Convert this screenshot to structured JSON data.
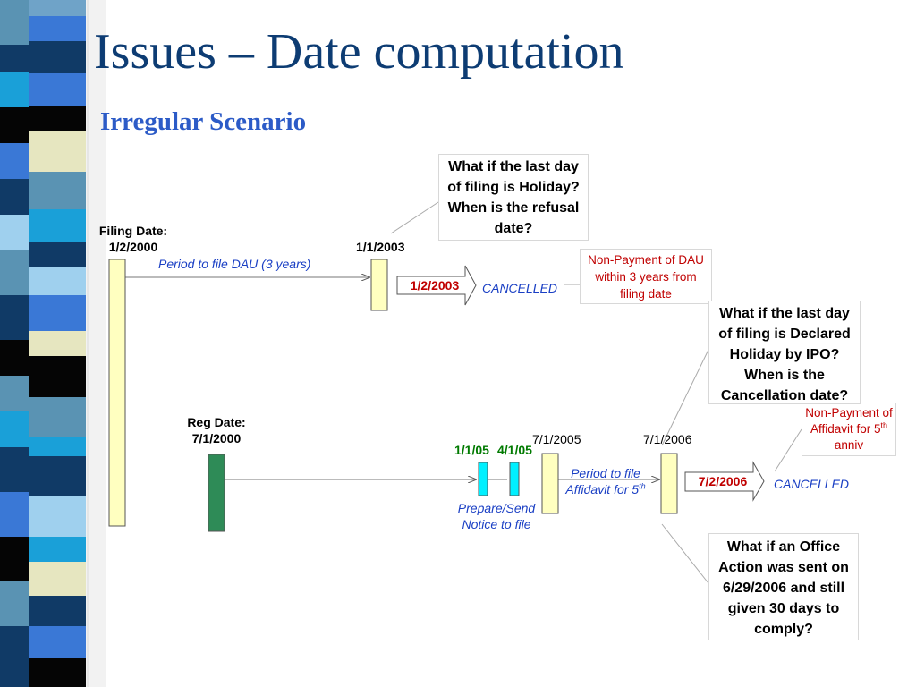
{
  "slide": {
    "title": "Issues – Date computation",
    "subtitle": "Irregular Scenario"
  },
  "colors": {
    "title": "#0d3c73",
    "subtitle": "#2c5bc7",
    "pale_yellow_bar": "#ffffc0",
    "green_bar": "#2e8b57",
    "cyan_bar": "#00f0ff",
    "date_red": "#c00000",
    "italic_blue": "#1a3fc4",
    "label_green": "#007a00"
  },
  "timeline1": {
    "filing_label": "Filing Date:",
    "filing_date": "1/2/2000",
    "period_label": "Period to file DAU (3 years)",
    "end_date": "1/1/2003",
    "arrow_date": "1/2/2003",
    "result": "CANCELLED",
    "note": "Non-Payment of DAU within 3 years from filing date",
    "question": "What if the last day of filing is Holiday? When is the refusal date?"
  },
  "timeline2": {
    "reg_label": "Reg Date:",
    "reg_date": "7/1/2000",
    "notice_date_1": "1/1/05",
    "notice_date_2": "4/1/05",
    "notice_label": "Prepare/Send Notice to file",
    "date_2005": "7/1/2005",
    "period_label": "Period to file Affidavit for 5",
    "period_sup": "th",
    "date_2006": "7/1/2006",
    "arrow_date": "7/2/2006",
    "result": "CANCELLED",
    "note_main": "Non-Payment of Affidavit for 5",
    "note_sup": "th",
    "note_tail": " anniv",
    "question_top": "What if the last day of filing is Declared Holiday by IPO? When is the Cancellation date?",
    "question_bottom": "What if an Office Action was sent on 6/29/2006 and still given 30 days to comply?"
  }
}
